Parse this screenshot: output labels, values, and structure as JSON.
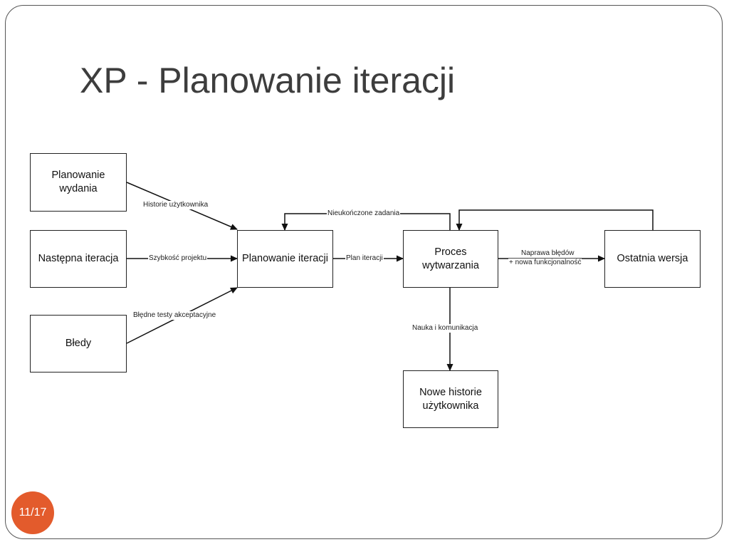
{
  "slide": {
    "title": "XP - Planowanie iteracji",
    "page_number": "11/17",
    "accent_color": "#e35b2c"
  },
  "diagram": {
    "nodes": {
      "planowanie_wydania": "Planowanie wydania",
      "nastepna_iteracja": "Następna iteracja",
      "bledy": "Błedy",
      "planowanie_iteracji": "Planowanie iteracji",
      "proces_wytwarzania": "Proces wytwarzania",
      "ostatnia_wersja": "Ostatnia wersja",
      "nowe_historie": "Nowe historie użytkownika"
    },
    "edges": {
      "historie_uzytkownika": "Historie użytkownika",
      "szybkosc_projektu": "Szybkość projektu",
      "bledne_testy": "Błędne testy akceptacyjne",
      "plan_iteracji": "Plan  iteracji",
      "nieukonczone_zadania": "Nieukończone zadania",
      "naprawa_bledow_1": "Naprawa błędów",
      "naprawa_bledow_2": "+ nowa funkcjonalność",
      "nauka_komunikacja": "Nauka i komunikacja"
    }
  }
}
